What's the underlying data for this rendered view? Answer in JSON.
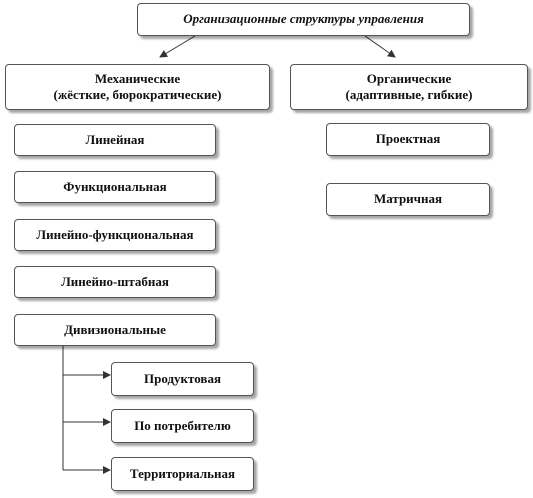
{
  "root": {
    "label": "Организационные структуры управления"
  },
  "mechanical": {
    "title": "Механические",
    "subtitle": "(жёсткие, бюрократические)",
    "items": [
      "Линейная",
      "Функциональная",
      "Линейно-функциональная",
      "Линейно-штабная",
      "Дивизиональные"
    ],
    "divisional_children": [
      "Продуктовая",
      "По потребителю",
      "Территориальная"
    ]
  },
  "organic": {
    "title": "Органические",
    "subtitle": "(адаптивные, гибкие)",
    "items": [
      "Проектная",
      "Матричная"
    ]
  },
  "colors": {
    "border": "#555555",
    "text": "#111111",
    "background": "#ffffff"
  }
}
